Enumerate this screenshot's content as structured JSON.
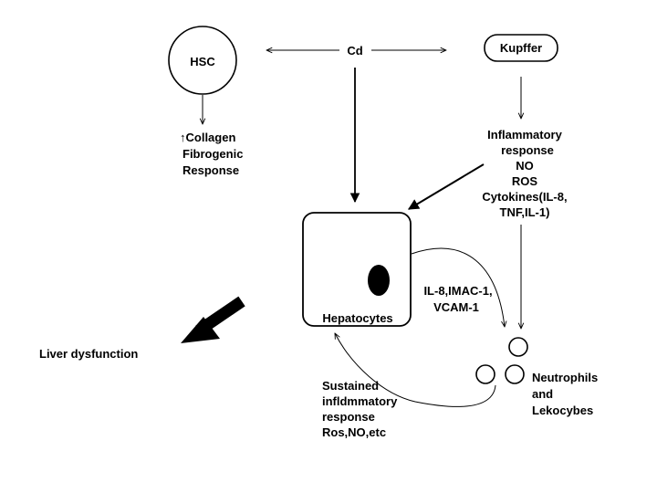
{
  "nodes": {
    "cd": "Cd",
    "hsc": "HSC",
    "kupffer": "Kupffer",
    "hepatocytes": "Hepatocytes",
    "liver_dysfunction": "Liver dysfunction"
  },
  "labels": {
    "hsc_effect": [
      "↑Collagen",
      "Fibrogenic",
      "Response"
    ],
    "kupffer_effect": [
      "Inflammatory",
      "response",
      "NO",
      "ROS",
      "Cytokines(IL-8,",
      "TNF,IL-1)"
    ],
    "adhesion": [
      "IL-8,IMAC-1,",
      "VCAM-1"
    ],
    "neutrophils": [
      "Neutrophils",
      "and",
      "Lekocybes"
    ],
    "sustained": [
      "Sustained",
      "infldmmatory",
      "response",
      "Ros,NO,etc"
    ]
  },
  "colors": {
    "stroke": "#000000",
    "fill": "#ffffff"
  }
}
